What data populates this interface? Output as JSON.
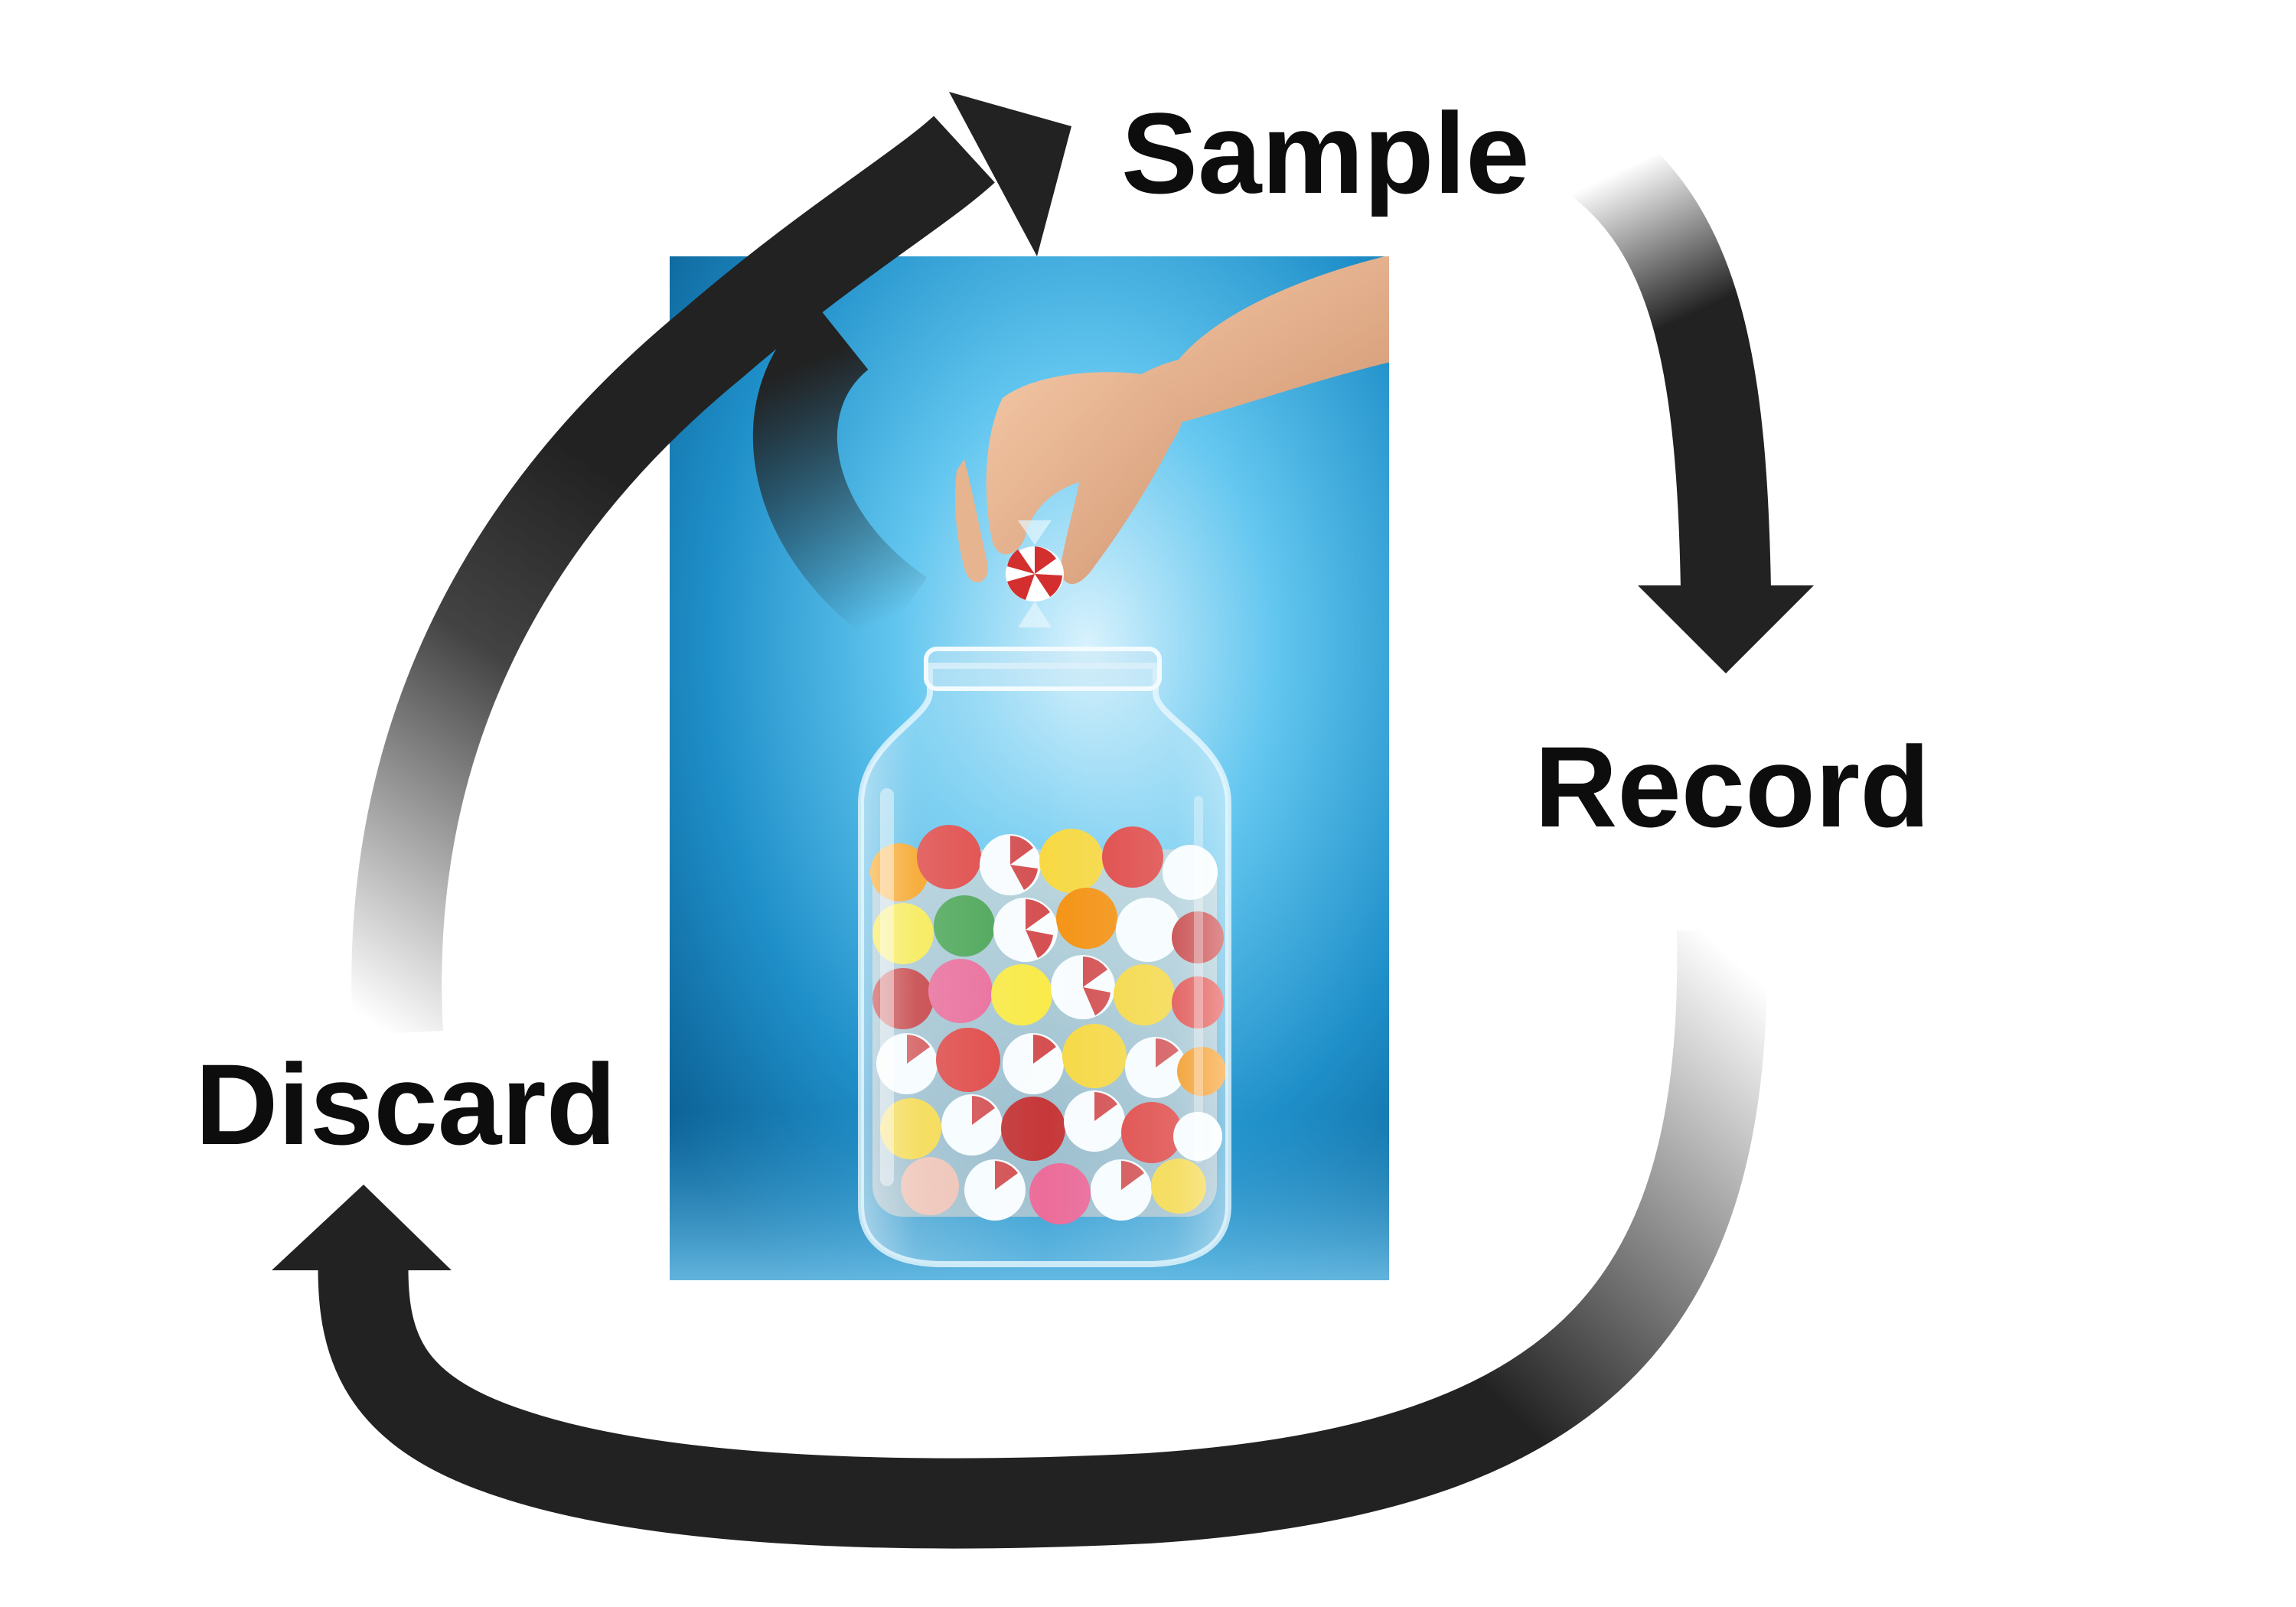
{
  "diagram": {
    "type": "cycle",
    "steps": [
      {
        "label": "Sample"
      },
      {
        "label": "Record"
      },
      {
        "label": "Discard"
      }
    ],
    "photo": {
      "subject": "hand placing a peppermint candy into a glass jar filled with wrapped candies",
      "background_color": "#2a9fd6",
      "jar_glass_color": "#cfe9f6"
    },
    "arrow_color": "#222222",
    "candy_colors": [
      "#e53935",
      "#ff9800",
      "#fdd835",
      "#ffffff",
      "#c62828",
      "#fb8c00",
      "#f06292",
      "#ffeb3b",
      "#43a047"
    ]
  }
}
